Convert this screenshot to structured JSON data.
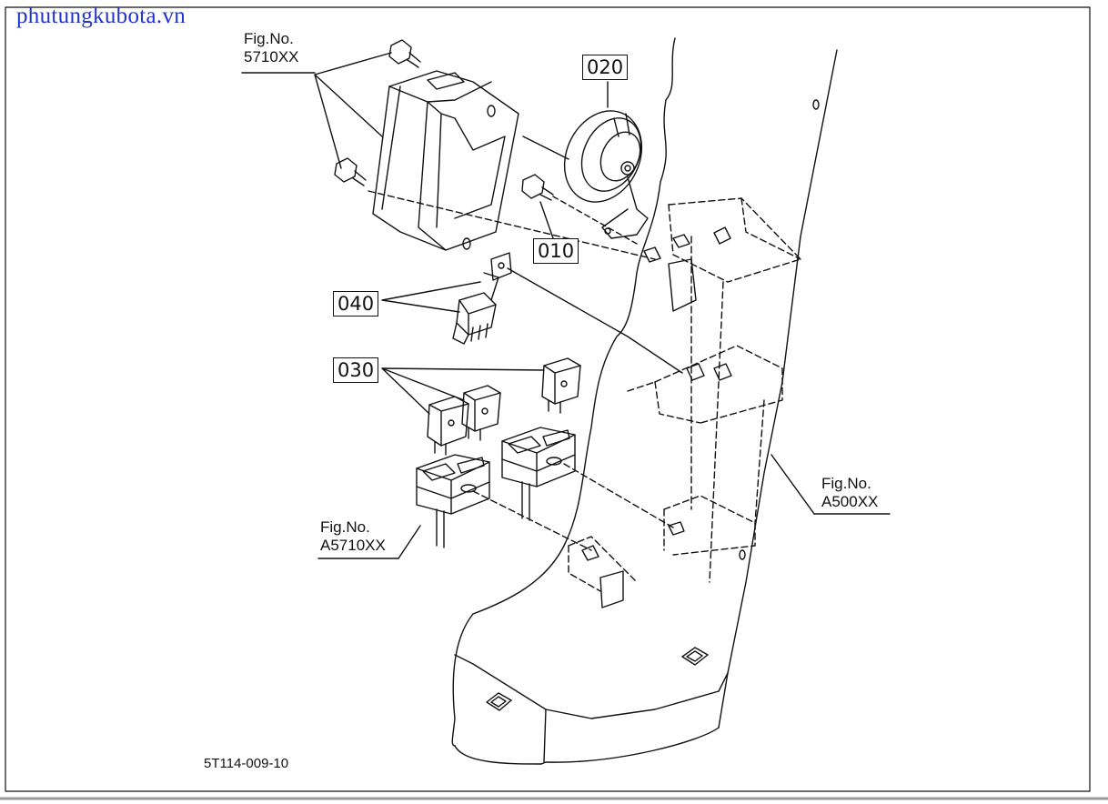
{
  "watermark": "phutungkubota.vn",
  "callouts": {
    "fig_top": {
      "line1": "Fig.No.",
      "line2": "5710XX"
    },
    "fig_right": {
      "line1": "Fig.No.",
      "line2": "A500XX"
    },
    "fig_bottom": {
      "line1": "Fig.No.",
      "line2": "A5710XX"
    }
  },
  "parts": {
    "p010": "010",
    "p020": "020",
    "p030": "030",
    "p040": "040"
  },
  "drawing_code": "5T114-009-10",
  "colors": {
    "watermark": "#2233cc",
    "line": "#111111",
    "background": "#ffffff"
  }
}
